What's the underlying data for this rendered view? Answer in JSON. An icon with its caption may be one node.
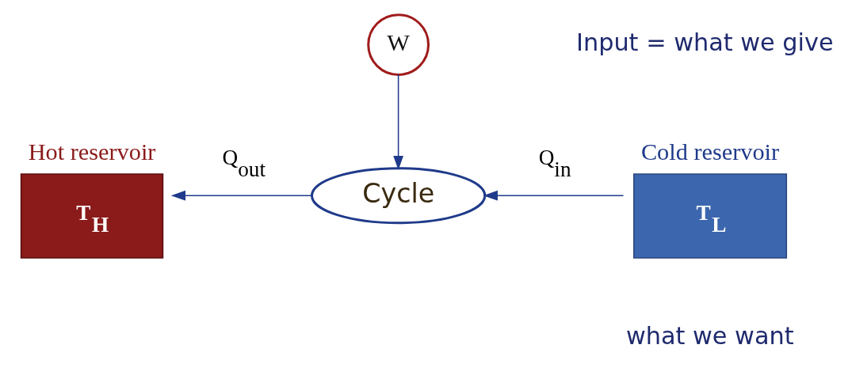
{
  "diagram": {
    "nodes": [
      {
        "text": [
          "W"
        ]
      },
      {
        "text": [
          "Cycle"
        ]
      },
      {
        "text": [
          "T$_{H}$"
        ],
        "beside": [
          "Hot reservoir"
        ]
      },
      {
        "text": [
          "T$_{L}$"
        ],
        "beside": [
          "Cold reservoir"
        ]
      }
    ],
    "edges": [
      {
        "from": 0,
        "to": 1,
        "arrow": "to"
      },
      {
        "from": 1,
        "to": 2,
        "arrow": "to",
        "label": "Q$_{out}$"
      },
      {
        "from": 3,
        "to": 1,
        "arrow": "to",
        "label": "Q$_{in}$"
      }
    ],
    "labels": [
      "Input = what we give",
      "what we want"
    ]
  }
}
